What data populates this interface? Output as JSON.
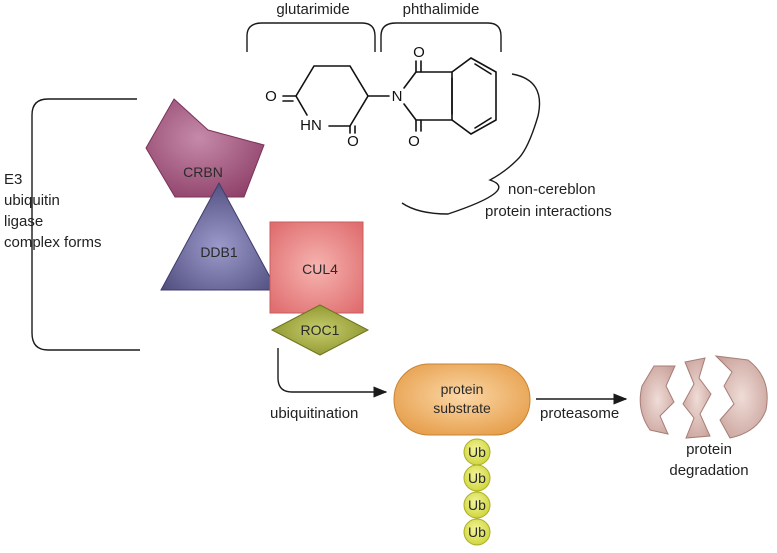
{
  "labels": {
    "glutarimide": "glutarimide",
    "phthalimide": "phthalimide",
    "non_cereblon_line1": "non-cereblon",
    "non_cereblon_line2": "protein interactions",
    "e3_line1": "E3",
    "e3_line2": "ubiquitin",
    "e3_line3": "ligase",
    "e3_line4": "complex forms",
    "ubiquitination": "ubiquitination",
    "proteasome": "proteasome",
    "degradation_line1": "protein",
    "degradation_line2": "degradation"
  },
  "molecule": {
    "atoms": {
      "o_left": "O",
      "hn": "HN",
      "o_bottom": "O",
      "n": "N",
      "o_top": "O",
      "o_bottom_right": "O"
    }
  },
  "complex": {
    "crbn": {
      "label": "CRBN",
      "color": "#9a4a73"
    },
    "ddb1": {
      "label": "DDB1",
      "color": "#5a5889"
    },
    "cul4": {
      "label": "CUL4",
      "color": "#e67e7e"
    },
    "roc1": {
      "label": "ROC1",
      "color": "#9aa33a"
    }
  },
  "substrate": {
    "line1": "protein",
    "line2": "substrate",
    "color": "#eda858",
    "ubiquitins": [
      "Ub",
      "Ub",
      "Ub",
      "Ub"
    ],
    "ub_color": "#dde24d"
  },
  "degraded_protein_color": "#dcbcb6"
}
